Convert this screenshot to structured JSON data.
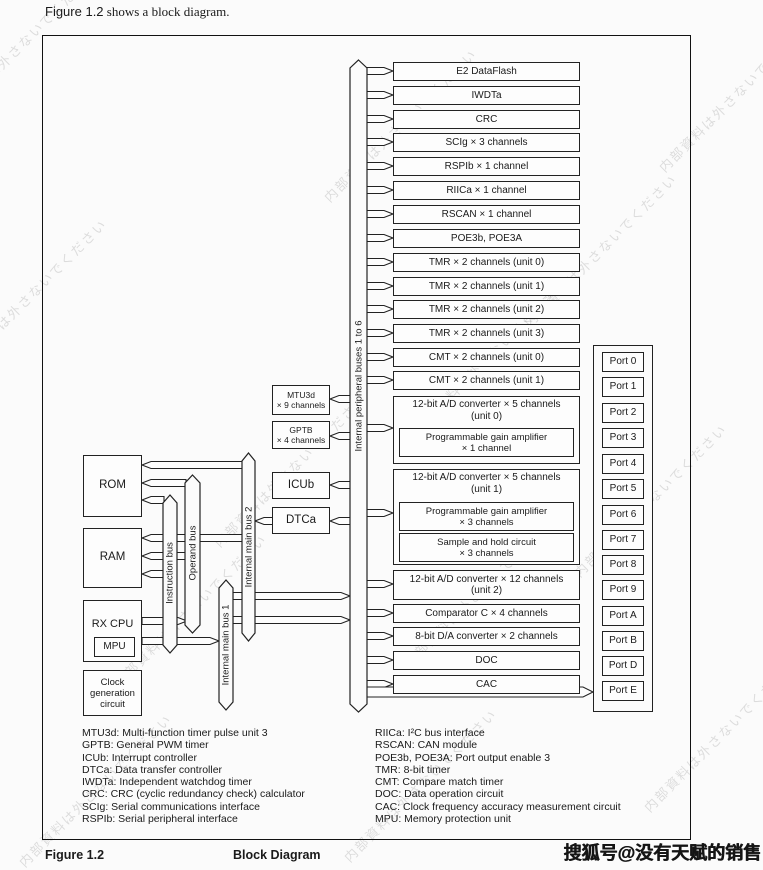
{
  "page": {
    "intro_prefix": "Figure 1.2",
    "intro_rest": " shows a block diagram.",
    "caption_label": "Figure 1.2",
    "caption_title": "Block Diagram",
    "watermark_diagonal": "内部資料は外さないでください",
    "watermark_sohu": "搜狐号@没有天赋的销售"
  },
  "blocks": {
    "rom": "ROM",
    "ram": "RAM",
    "cpu": "RX CPU",
    "mpu": "MPU",
    "clock": "Clock generation circuit",
    "mtu_l1": "MTU3d",
    "mtu_l2": "× 9 channels",
    "gptb_l1": "GPTB",
    "gptb_l2": "× 4 channels",
    "icu": "ICUb",
    "dtc": "DTCa"
  },
  "buses": {
    "instruction": "Instruction bus",
    "operand": "Operand bus",
    "main1": "Internal main bus 1",
    "main2": "Internal main bus 2",
    "peripheral": "Internal peripheral buses 1 to 6"
  },
  "peripherals": {
    "simple_top": [
      "E2 DataFlash",
      "IWDTa",
      "CRC",
      "SCIg × 3 channels",
      "RSPIb × 1 channel",
      "RIICa × 1 channel",
      "RSCAN × 1 channel",
      "POE3b, POE3A",
      "TMR × 2 channels (unit 0)",
      "TMR × 2 channels (unit 1)",
      "TMR × 2 channels (unit 2)",
      "TMR × 2 channels (unit 3)",
      "CMT × 2 channels (unit 0)",
      "CMT × 2 channels (unit 1)"
    ],
    "ad0": {
      "title": "12-bit A/D converter × 5 channels",
      "unit": "(unit 0)",
      "pga": "Programmable gain amplifier",
      "pga_ch": "× 1 channel"
    },
    "ad1": {
      "title": "12-bit A/D converter × 5 channels",
      "unit": "(unit 1)",
      "pga": "Programmable gain amplifier",
      "pga_ch": "× 3 channels",
      "sh": "Sample and hold circuit",
      "sh_ch": "× 3 channels"
    },
    "ad2": {
      "title": "12-bit A/D converter × 12 channels",
      "unit": "(unit 2)"
    },
    "simple_bottom": [
      "Comparator C × 4 channels",
      "8-bit D/A converter × 2 channels",
      "DOC",
      "CAC"
    ]
  },
  "ports": [
    "Port 0",
    "Port 1",
    "Port 2",
    "Port 3",
    "Port 4",
    "Port 5",
    "Port 6",
    "Port 7",
    "Port 8",
    "Port 9",
    "Port A",
    "Port B",
    "Port D",
    "Port E"
  ],
  "legend": {
    "left": [
      "MTU3d: Multi-function timer pulse unit 3",
      "GPTB: General PWM timer",
      "ICUb: Interrupt controller",
      "DTCa: Data transfer controller",
      "IWDTa: Independent watchdog timer",
      "CRC: CRC (cyclic redundancy check) calculator",
      "SCIg: Serial communications interface",
      "RSPIb: Serial peripheral interface"
    ],
    "right": [
      "RIICa: I²C bus interface",
      "RSCAN: CAN module",
      "POE3b, POE3A: Port output enable 3",
      "TMR: 8-bit timer",
      "CMT: Compare match timer",
      "DOC: Data operation circuit",
      "CAC: Clock frequency accuracy measurement circuit",
      "MPU: Memory protection unit"
    ]
  }
}
